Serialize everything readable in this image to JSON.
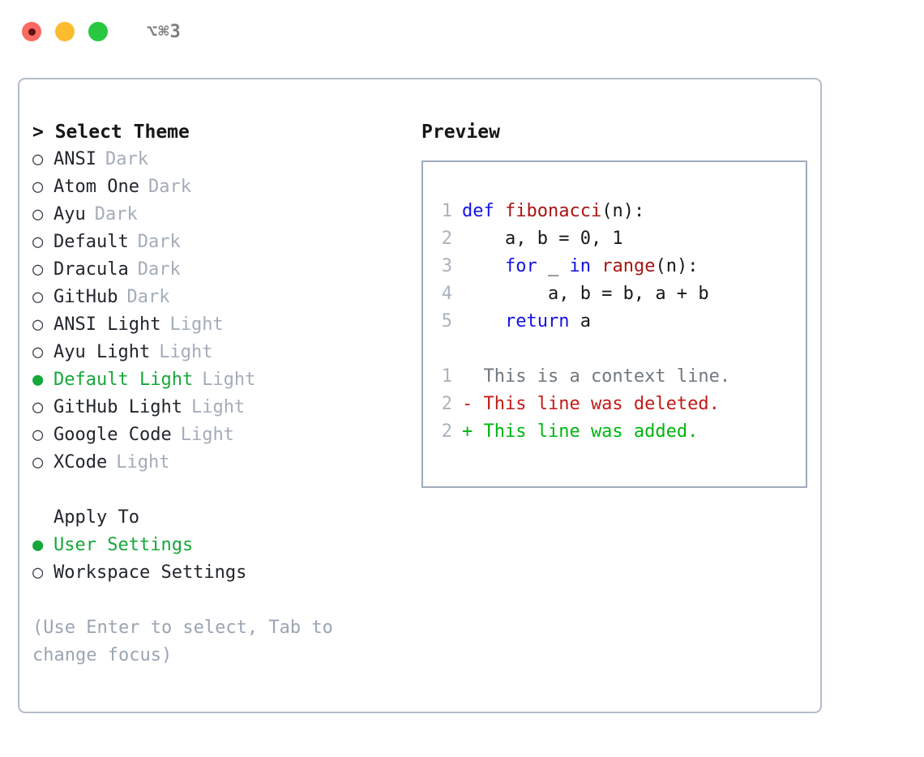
{
  "titlebar": {
    "shortcut": "⌥⌘3",
    "lights": [
      {
        "name": "close",
        "color": "#fa6a62"
      },
      {
        "name": "minimize",
        "color": "#fcbc2e"
      },
      {
        "name": "maximize",
        "color": "#28c840"
      }
    ]
  },
  "theme_list": {
    "header": "> Select Theme",
    "items": [
      {
        "bullet": "○",
        "label": "ANSI",
        "meta": "Dark",
        "selected": false
      },
      {
        "bullet": "○",
        "label": "Atom One",
        "meta": "Dark",
        "selected": false
      },
      {
        "bullet": "○",
        "label": "Ayu",
        "meta": "Dark",
        "selected": false
      },
      {
        "bullet": "○",
        "label": "Default",
        "meta": "Dark",
        "selected": false
      },
      {
        "bullet": "○",
        "label": "Dracula",
        "meta": "Dark",
        "selected": false
      },
      {
        "bullet": "○",
        "label": "GitHub",
        "meta": "Dark",
        "selected": false
      },
      {
        "bullet": "○",
        "label": "ANSI Light",
        "meta": "Light",
        "selected": false
      },
      {
        "bullet": "○",
        "label": "Ayu Light",
        "meta": "Light",
        "selected": false
      },
      {
        "bullet": "●",
        "label": "Default Light",
        "meta": "Light",
        "selected": true
      },
      {
        "bullet": "○",
        "label": "GitHub Light",
        "meta": "Light",
        "selected": false
      },
      {
        "bullet": "○",
        "label": "Google Code",
        "meta": "Light",
        "selected": false
      },
      {
        "bullet": "○",
        "label": "XCode",
        "meta": "Light",
        "selected": false
      }
    ]
  },
  "apply_to": {
    "title": "Apply To",
    "options": [
      {
        "bullet": "●",
        "label": "User Settings",
        "selected": true
      },
      {
        "bullet": "○",
        "label": "Workspace Settings",
        "selected": false
      }
    ]
  },
  "hint": "(Use Enter to select, Tab to change focus)",
  "preview": {
    "header": "Preview",
    "code_lines": [
      {
        "num": "1",
        "segments": [
          {
            "text": "def ",
            "style": "kw"
          },
          {
            "text": "fibonacci",
            "style": "fn"
          },
          {
            "text": "(n):",
            "style": "plain"
          }
        ]
      },
      {
        "num": "2",
        "segments": [
          {
            "text": "    a, b = 0, 1",
            "style": "plain"
          }
        ]
      },
      {
        "num": "3",
        "segments": [
          {
            "text": "    ",
            "style": "plain"
          },
          {
            "text": "for",
            "style": "kw"
          },
          {
            "text": " _ ",
            "style": "plain"
          },
          {
            "text": "in",
            "style": "kw"
          },
          {
            "text": " ",
            "style": "plain"
          },
          {
            "text": "range",
            "style": "fn"
          },
          {
            "text": "(n):",
            "style": "plain"
          }
        ]
      },
      {
        "num": "4",
        "segments": [
          {
            "text": "        a, b = b, a + b",
            "style": "plain"
          }
        ]
      },
      {
        "num": "5",
        "segments": [
          {
            "text": "    ",
            "style": "plain"
          },
          {
            "text": "return",
            "style": "kw"
          },
          {
            "text": " a",
            "style": "plain"
          }
        ]
      }
    ],
    "diff_lines": [
      {
        "num": "1",
        "segments": [
          {
            "text": "  This is a context line.",
            "style": "ctx"
          }
        ]
      },
      {
        "num": "2",
        "segments": [
          {
            "text": "- This line was deleted.",
            "style": "del"
          }
        ]
      },
      {
        "num": "2",
        "segments": [
          {
            "text": "+ This line was added.",
            "style": "add"
          }
        ]
      }
    ]
  },
  "colors": {
    "accent_green": "#15a83a",
    "keyword_blue": "#1212e8",
    "function_red": "#a81414",
    "diff_add": "#00b50f",
    "diff_del": "#c41a16",
    "muted": "#a3adba",
    "border": "#b3bcc9"
  }
}
